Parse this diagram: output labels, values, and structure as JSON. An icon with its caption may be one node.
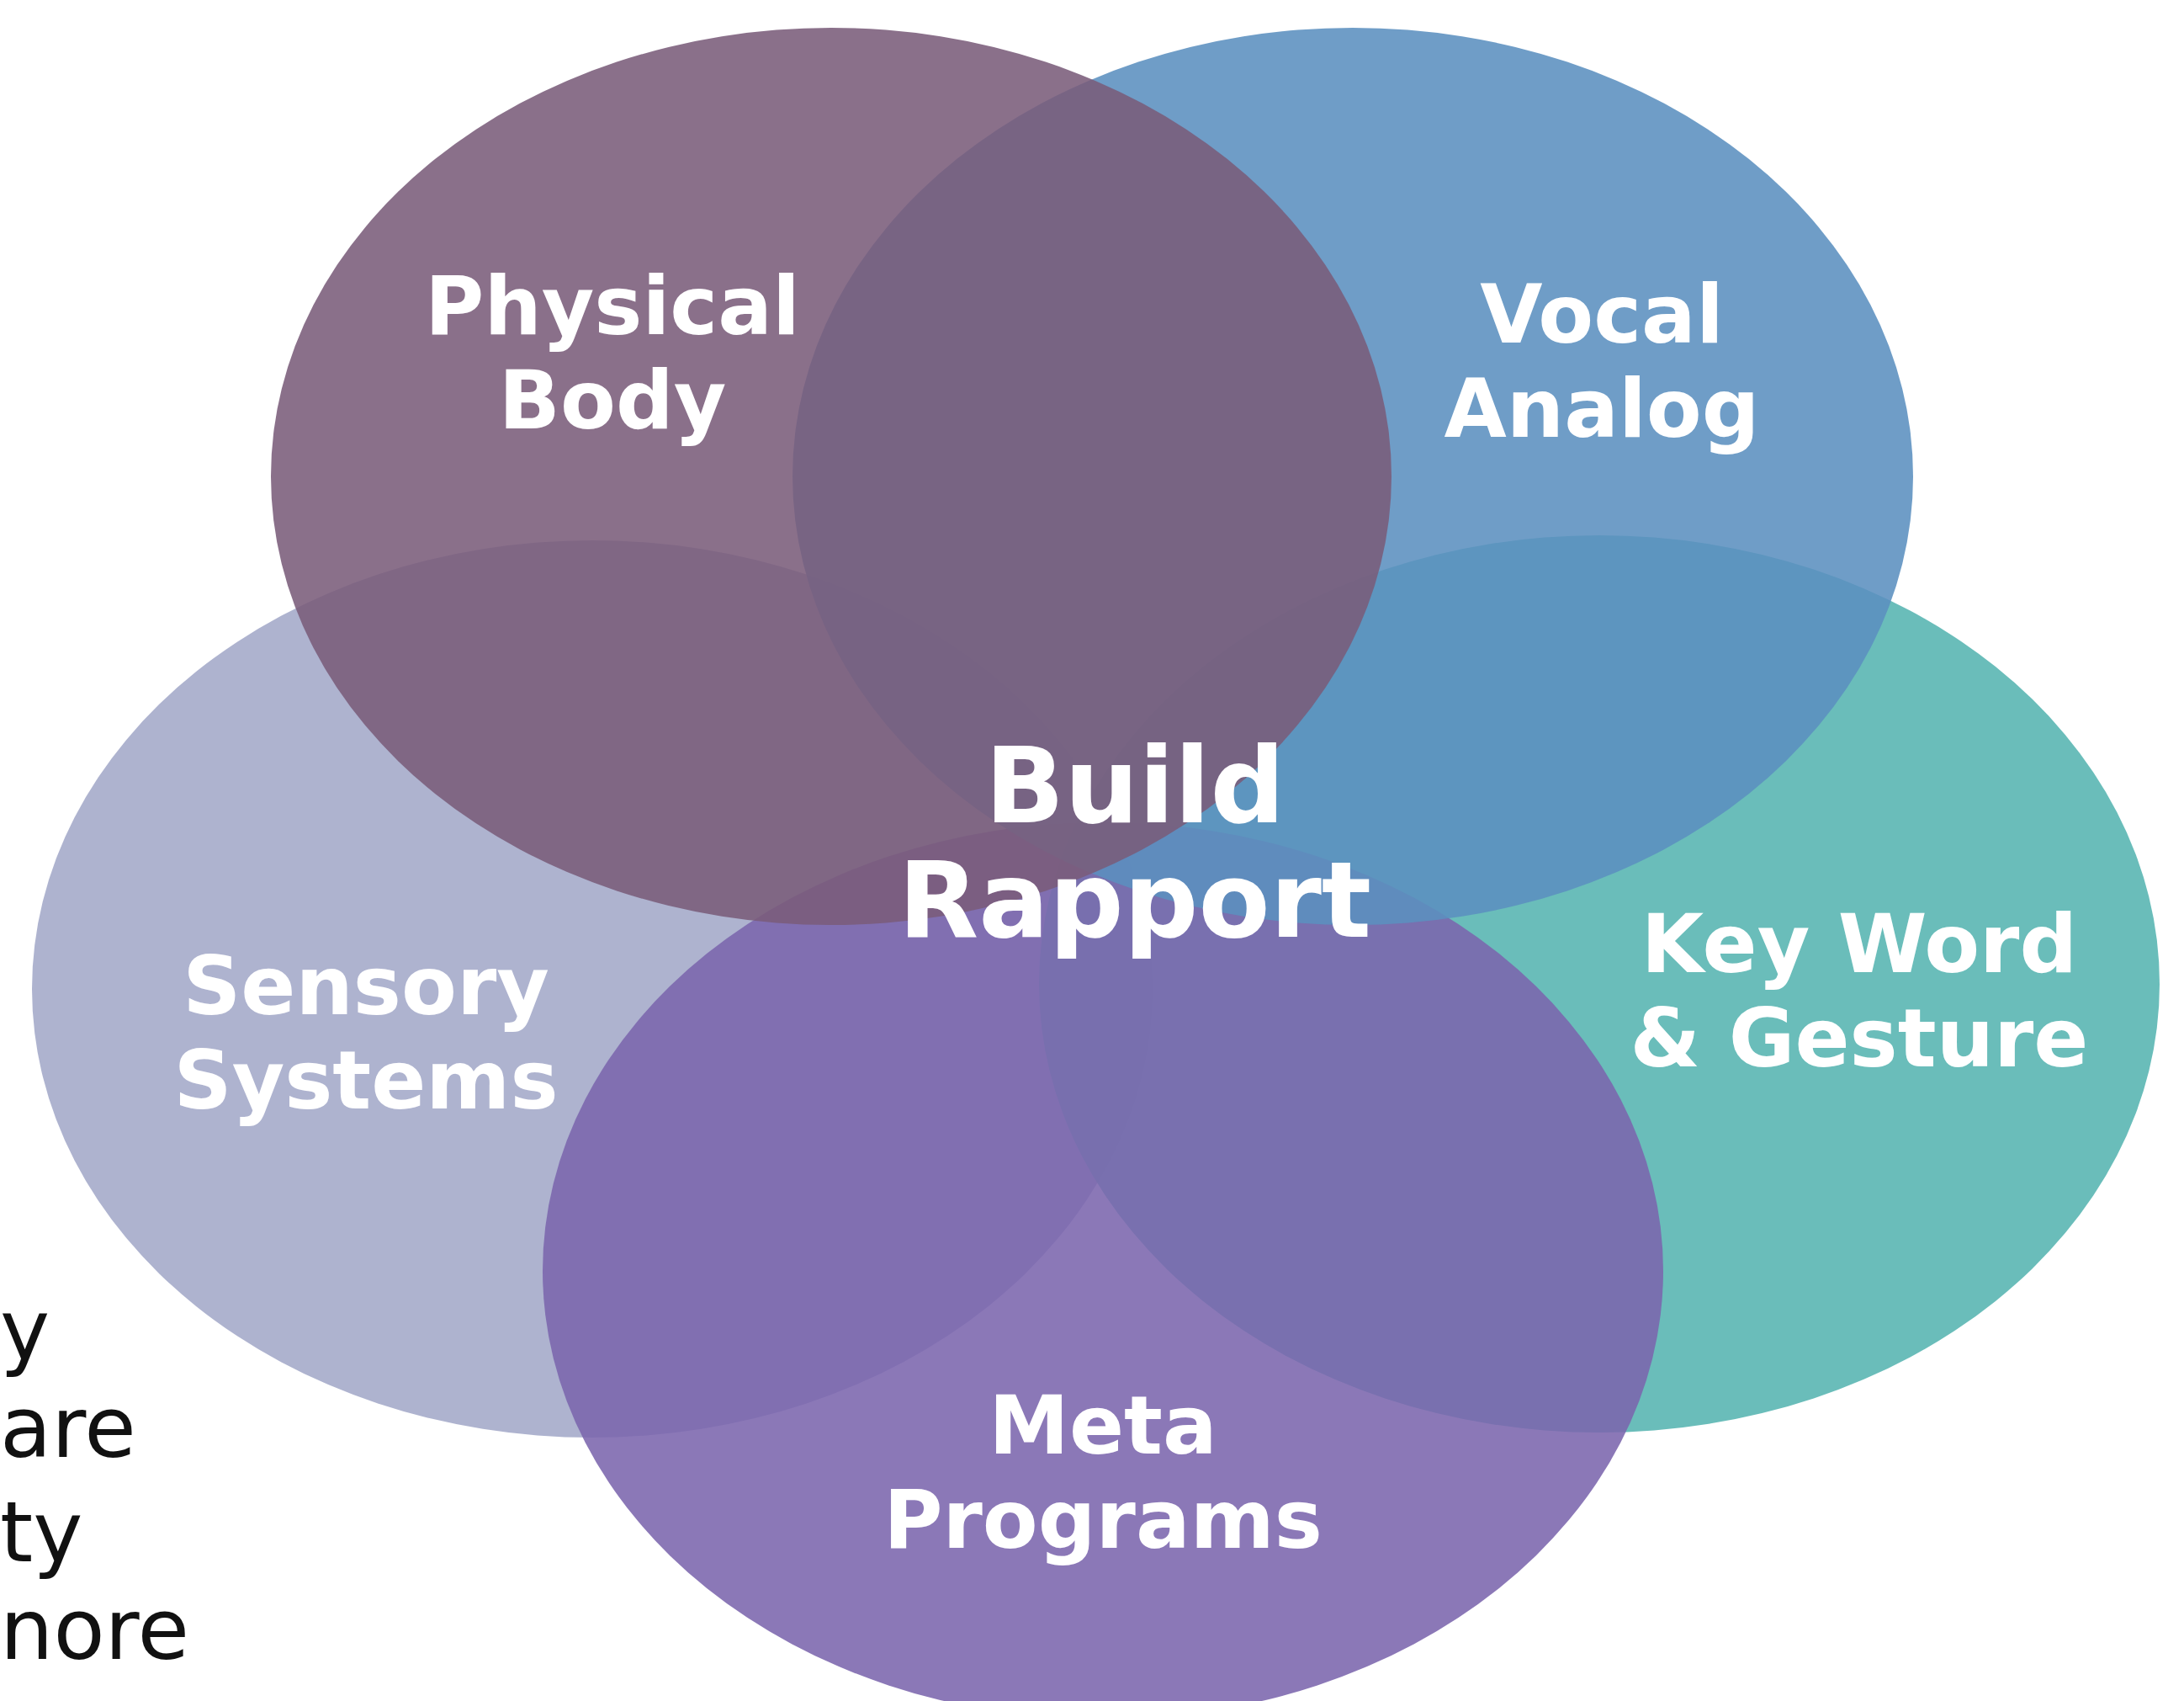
{
  "diagram": {
    "nodes": [
      {
        "text": [
          "Physical Body"
        ]
      },
      {
        "text": [
          "Vocal Analog"
        ]
      },
      {
        "text": [
          "Sensory Systems"
        ]
      },
      {
        "text": [
          "Key Word & Gesture"
        ]
      },
      {
        "text": [
          "Meta Programs"
        ]
      }
    ],
    "edges": [],
    "labels": [
      "Build Rapport",
      "y",
      "are",
      "ty",
      "nore"
    ]
  }
}
